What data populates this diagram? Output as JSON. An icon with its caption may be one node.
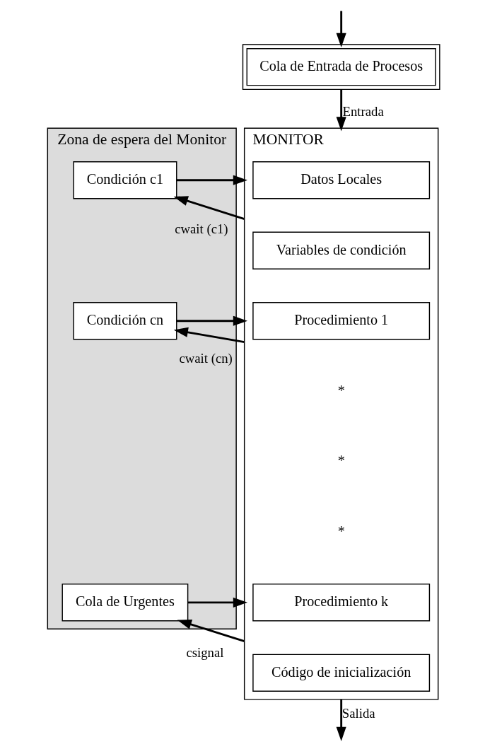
{
  "diagram": {
    "nodes": [
      {
        "text": [
          "Cola de Entrada de Procesos"
        ]
      },
      {
        "text": [
          "Zona de espera del Monitor"
        ]
      },
      {
        "text": [
          "MONITOR"
        ]
      },
      {
        "text": [
          "Datos Locales"
        ],
        "in": 2
      },
      {
        "text": [
          "Variables de condición"
        ],
        "in": 2
      },
      {
        "text": [
          "Procedimiento 1"
        ],
        "in": 2
      },
      {
        "text": [
          "Procedimiento k"
        ],
        "in": 2
      },
      {
        "text": [
          "Código de inicialización"
        ],
        "in": 2
      },
      {
        "text": [
          "Condición c1"
        ],
        "in": 1
      },
      {
        "text": [
          "Condición cn"
        ],
        "in": 1
      },
      {
        "text": [
          "Cola de Urgentes"
        ],
        "in": 1
      }
    ],
    "edges": [
      {
        "from": null,
        "to": 0,
        "arrow": "to"
      },
      {
        "from": 0,
        "to": 2,
        "arrow": "to",
        "label": "Entrada"
      },
      {
        "from": 8,
        "to": 2,
        "arrow": "to"
      },
      {
        "from": 2,
        "to": 8,
        "arrow": "to",
        "label": "cwait (c1)"
      },
      {
        "from": 9,
        "to": 2,
        "arrow": "to"
      },
      {
        "from": 2,
        "to": 9,
        "arrow": "to",
        "label": "cwait (cn)"
      },
      {
        "from": 10,
        "to": 2,
        "arrow": "to"
      },
      {
        "from": 2,
        "to": 10,
        "arrow": "to",
        "label": "csignal"
      },
      {
        "from": 2,
        "to": null,
        "arrow": "to",
        "label": "Salida"
      }
    ],
    "labels": [
      "*",
      "*",
      "*"
    ]
  }
}
